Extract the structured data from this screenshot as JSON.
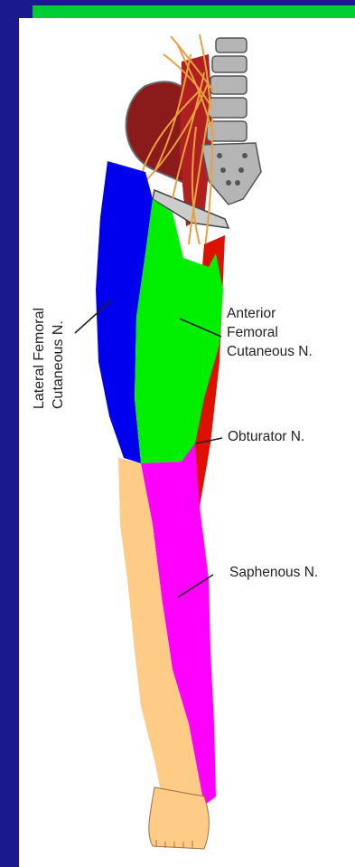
{
  "labels": {
    "lateral": [
      "Lateral Femoral",
      "Cutaneous N."
    ],
    "anterior": [
      "Anterior",
      "Femoral",
      "Cutaneous N."
    ],
    "obturator": "Obturator N.",
    "saphenous": "Saphenous N."
  },
  "colors": {
    "background": "#1a1a8c",
    "accent_bar": "#00cc33",
    "panel": "#ffffff",
    "lateral_femoral_cutaneous": "#0000ee",
    "anterior_femoral_cutaneous": "#00ee00",
    "obturator": "#dd1100",
    "saphenous": "#ff00ff",
    "skin": "#ffcc88",
    "muscle": "#8b1a1a",
    "nerve_plexus": "#e8a040",
    "bone": "#aaaaaa"
  }
}
